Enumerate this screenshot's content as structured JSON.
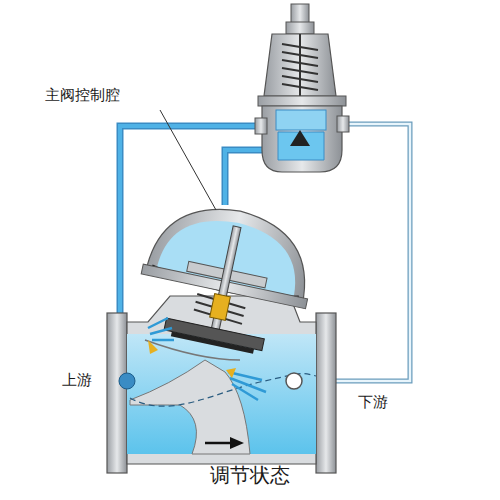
{
  "diagram": {
    "caption": "调节状态",
    "labels": [
      "主阀控制腔",
      "上游",
      "下游"
    ]
  }
}
